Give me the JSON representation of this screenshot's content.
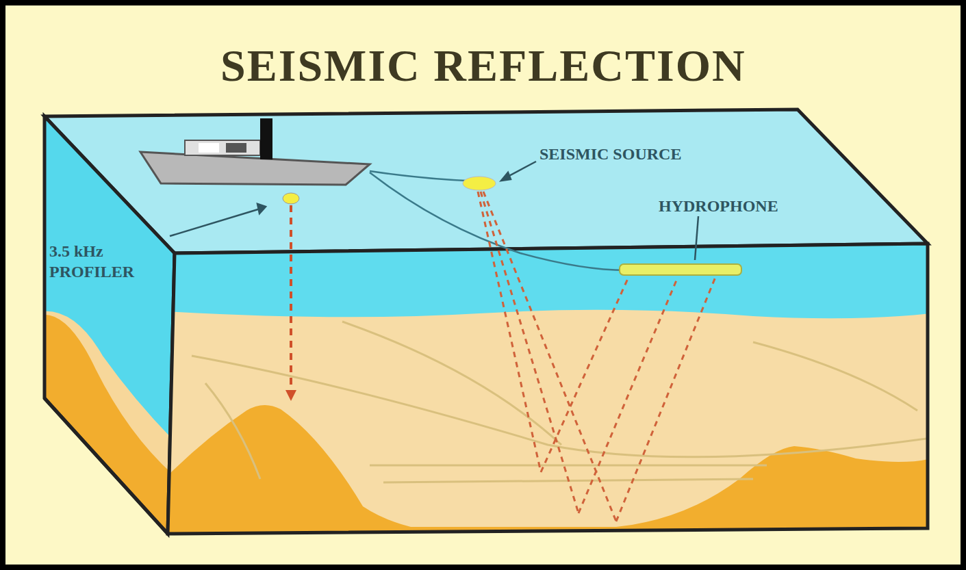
{
  "diagram": {
    "title": "SEISMIC REFLECTION",
    "labels": [
      "SEISMIC SOURCE",
      "HYDROPHONE",
      "3.5 kHz PROFILER"
    ]
  }
}
